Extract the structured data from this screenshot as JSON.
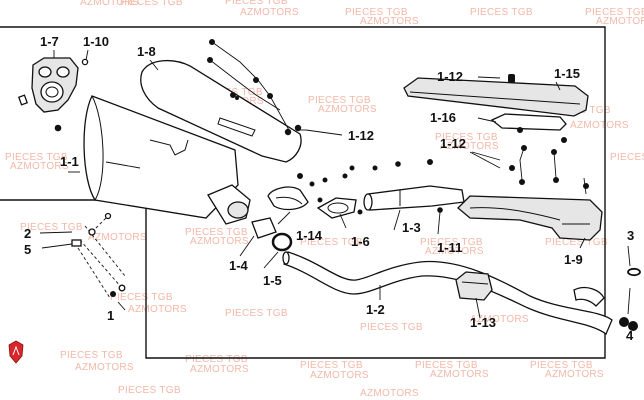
{
  "watermark": {
    "line1": "PIECES TGB",
    "line2": "AZMOTORS"
  },
  "colors": {
    "outline": "#111111",
    "watermark": "#f2b8a8",
    "logo": "#d9262b"
  },
  "logo": {
    "icon": "az-shield-logo"
  },
  "callouts": {
    "c1_7": "1-7",
    "c1_10": "1-10",
    "c1_8": "1-8",
    "c1_12a": "1-12",
    "c1_15": "1-15",
    "c1_16": "1-16",
    "c1_12b": "1-12",
    "c1_12c": "1-12",
    "c1_1": "1-1",
    "c2": "2",
    "c5": "5",
    "c1_14": "1-14",
    "c1_6": "1-6",
    "c1_3": "1-3",
    "c1_11": "1-11",
    "c1_9": "1-9",
    "c3": "3",
    "c1_4": "1-4",
    "c1_5": "1-5",
    "c1_2": "1-2",
    "c1": "1",
    "c1_13": "1-13",
    "c4": "4"
  }
}
